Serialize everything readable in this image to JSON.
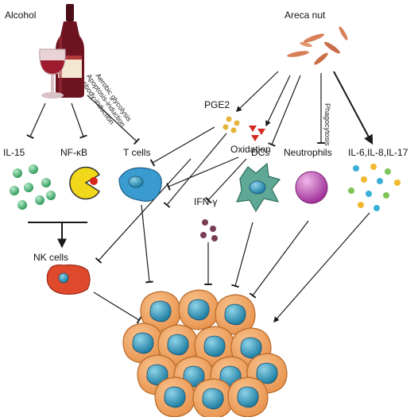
{
  "labels": {
    "alcohol": "Alcohol",
    "areca_nut": "Areca nut",
    "pge2": "PGE2",
    "oxidation": "Oxidation",
    "il15": "IL-15",
    "nfkb": "NF-κB",
    "t_cells": "T cells",
    "dcs": "DCs",
    "neutrophils": "Neutrophils",
    "il_cytokines": "IL-6,IL-8,IL-17",
    "ifn_gamma": "IFN-γ",
    "nk_cells": "NK cells",
    "phagocytosis": "Phagocytosis"
  },
  "alcohol_effects": [
    "Aerobic glycolysis",
    "Apoptosis-induction",
    "Antibody-induction"
  ],
  "colors": {
    "wine": "#9e1b2e",
    "bottle": "#6e1420",
    "il15": "#4fb87a",
    "nfkb": "#f2d81a",
    "tcell": "#3a9bd0",
    "dc": "#5fa896",
    "neutrophil": "#c04fb0",
    "nk": "#e04a2c",
    "tumor": "#f2a35e",
    "nucleus": "#2f8fb0",
    "pge2": "#e3b33a",
    "oxidation": "#d42a22",
    "ifn": "#7a3d56",
    "areca": "#d77f58"
  },
  "icons": [
    "wine-bottle-icon",
    "wine-glass-icon",
    "areca-nut-icon"
  ]
}
